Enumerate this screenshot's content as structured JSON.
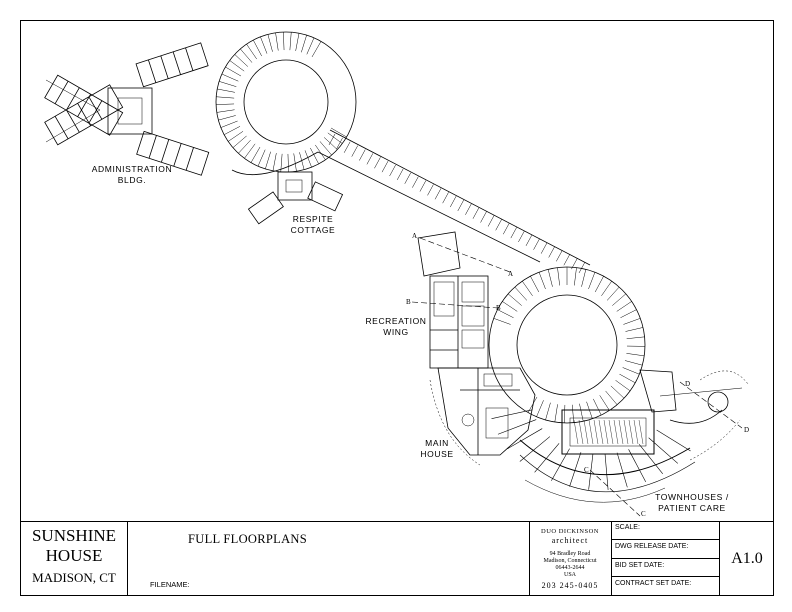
{
  "labels": {
    "admin": [
      "ADMINISTRATION",
      "BLDG."
    ],
    "respite": [
      "RESPITE",
      "COTTAGE"
    ],
    "recreation": [
      "RECREATION",
      "WING"
    ],
    "main": [
      "MAIN",
      "HOUSE"
    ],
    "townhouses": [
      "TOWNHOUSES /",
      "PATIENT CARE"
    ]
  },
  "section_markers": [
    "A",
    "A",
    "B",
    "B",
    "C",
    "C",
    "D",
    "D"
  ],
  "title_block": {
    "project_name_1": "SUNSHINE",
    "project_name_2": "HOUSE",
    "project_city": "MADISON, CT",
    "sheet_title": "FULL FLOORPLANS",
    "filename_label": "FILENAME:",
    "architect": {
      "firm": "DUO DICKINSON",
      "title": "architect",
      "street": "94 Bradley Road",
      "city": "Madison, Connecticut",
      "zip": "06443-2644",
      "country": "USA",
      "phone": "203 245-0405"
    },
    "fields": {
      "scale": "SCALE:",
      "dwg_release": "DWG RELEASE DATE:",
      "bid_set": "BID SET DATE:",
      "contract_set": "CONTRACT SET DATE:"
    },
    "sheet_number": "A1.0"
  }
}
